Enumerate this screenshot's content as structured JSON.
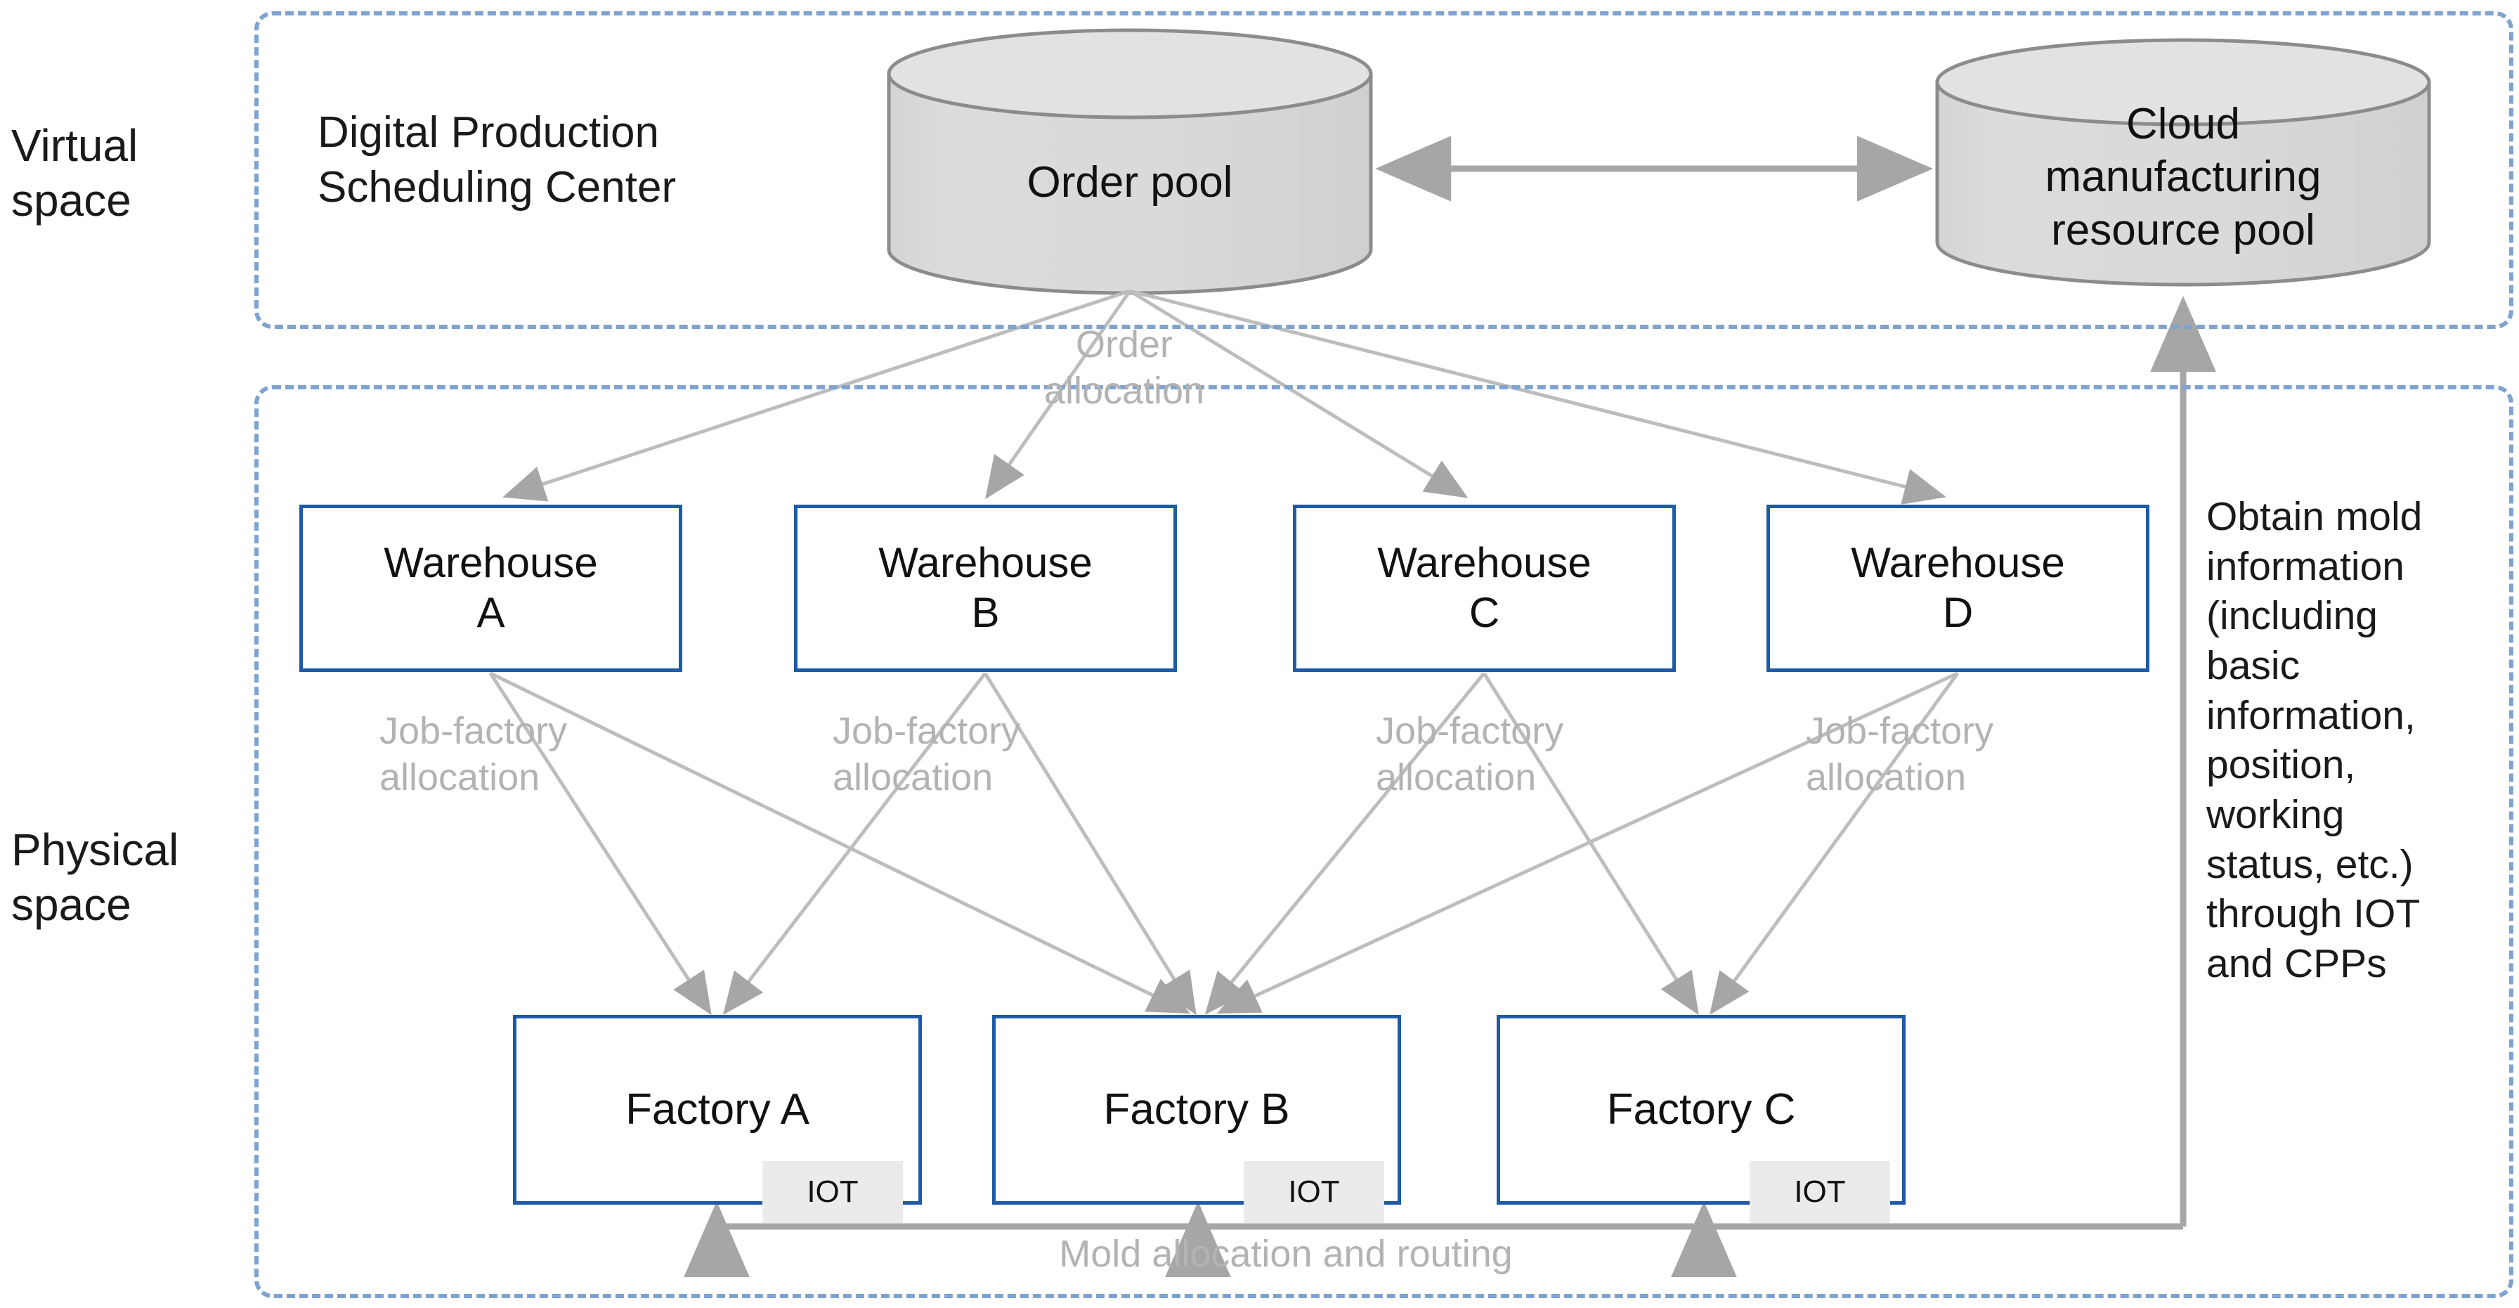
{
  "zones": {
    "virtual": {
      "label": "Virtual\nspace"
    },
    "physical": {
      "label": "Physical\nspace"
    }
  },
  "center": {
    "title": "Digital Production\nScheduling Center"
  },
  "cylinders": [
    {
      "id": "order-pool",
      "label": "Order pool"
    },
    {
      "id": "cloud-pool",
      "label": "Cloud\nmanufacturing\nresource pool"
    }
  ],
  "warehouses": [
    {
      "label": "Warehouse\nA"
    },
    {
      "label": "Warehouse\nB"
    },
    {
      "label": "Warehouse\nC"
    },
    {
      "label": "Warehouse\nD"
    }
  ],
  "factories": [
    {
      "label": "Factory A",
      "iot": "IOT"
    },
    {
      "label": "Factory B",
      "iot": "IOT"
    },
    {
      "label": "Factory C",
      "iot": "IOT"
    }
  ],
  "edge_labels": {
    "order_allocation": "Order\nallocation",
    "job_factory_allocation": "Job-factory\nallocation",
    "mold_allocation": "Mold allocation and routing"
  },
  "side_note": "Obtain mold\ninformation\n(including\nbasic\ninformation,\nposition,\nworking\nstatus, etc.)\nthrough IOT\nand CPPs",
  "colors": {
    "zone_border": "#7fa3d0",
    "node_border": "#1f5aa8",
    "cylinder_fill": "#d9d9d9",
    "cylinder_stroke": "#8c8c8c",
    "arrow": "#a6a6a6",
    "edge_label": "#b3b3b3",
    "iot_chip": "#ebebeb",
    "text": "#1a1a1a"
  }
}
